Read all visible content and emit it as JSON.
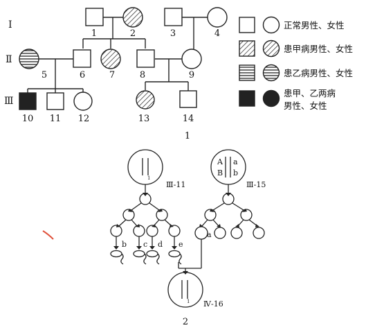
{
  "figure1": {
    "caption": "1",
    "generations": [
      "I",
      "Ⅱ",
      "Ⅲ"
    ],
    "individuals": [
      {
        "id": "1"
      },
      {
        "id": "2"
      },
      {
        "id": "3"
      },
      {
        "id": "4"
      },
      {
        "id": "5"
      },
      {
        "id": "6"
      },
      {
        "id": "7"
      },
      {
        "id": "8"
      },
      {
        "id": "9"
      },
      {
        "id": "10"
      },
      {
        "id": "11"
      },
      {
        "id": "12"
      },
      {
        "id": "13"
      },
      {
        "id": "14"
      }
    ],
    "legend": [
      {
        "text": "正常男性、女性"
      },
      {
        "text": "患甲病男性、女性"
      },
      {
        "text": "患乙病男性、女性"
      },
      {
        "line1": "患甲、乙两病",
        "line2": "男性、女性"
      }
    ]
  },
  "figure2": {
    "caption": "2",
    "cell_labels": [
      "Ⅲ-11",
      "Ⅲ-15",
      "Ⅳ-16"
    ],
    "genes": {
      "A": "A",
      "a": "a",
      "B": "B",
      "b": "b"
    },
    "chromosome_mark": "1",
    "gamete_labels": [
      "b",
      "c",
      "d",
      "e",
      "a"
    ]
  }
}
